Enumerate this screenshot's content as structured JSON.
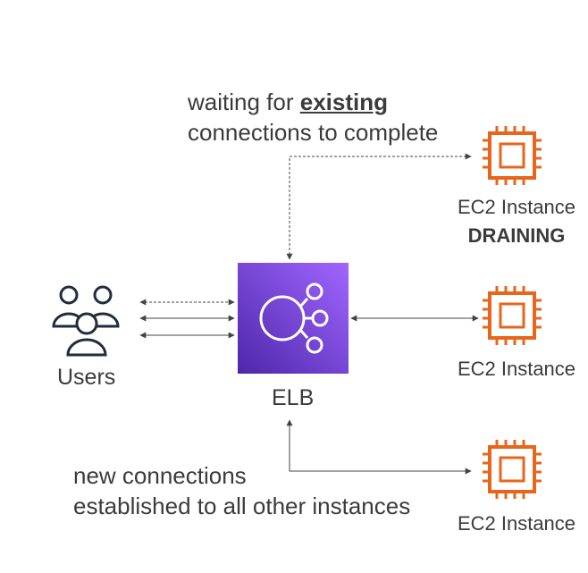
{
  "top_note": {
    "prefix": "waiting for ",
    "emphasis": "existing",
    "line2": "connections to complete"
  },
  "bottom_note": {
    "line1": "new connections",
    "line2": "established to all other instances"
  },
  "users": {
    "label": "Users",
    "icon": "users-icon"
  },
  "elb": {
    "label": "ELB",
    "icon": "load-balancer-icon",
    "gradient": [
      "#4d27aa",
      "#a166ff"
    ]
  },
  "instances": [
    {
      "label": "EC2 Instance",
      "status": "DRAINING",
      "icon": "ec2-chip-icon"
    },
    {
      "label": "EC2 Instance",
      "status": "",
      "icon": "ec2-chip-icon"
    },
    {
      "label": "EC2 Instance",
      "status": "",
      "icon": "ec2-chip-icon"
    }
  ],
  "colors": {
    "ec2": "#e8661c",
    "arrow": "#444444",
    "text": "#3b3b3b"
  }
}
